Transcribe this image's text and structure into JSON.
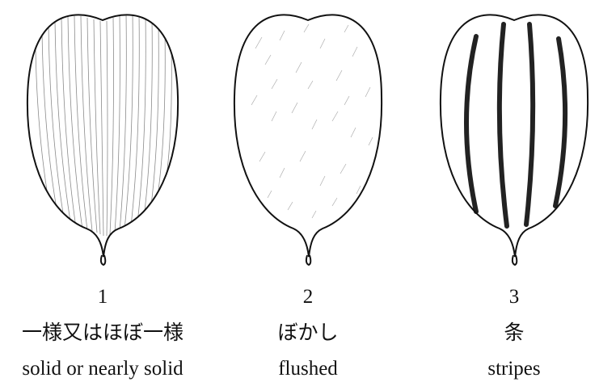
{
  "items": [
    {
      "number": "1",
      "label_ja": "一様又はほぼ一様",
      "label_en": "solid or nearly solid",
      "pattern": "solid"
    },
    {
      "number": "2",
      "label_ja": "ぼかし",
      "label_en": "flushed",
      "pattern": "flushed"
    },
    {
      "number": "3",
      "label_ja": "条",
      "label_en": "stripes",
      "pattern": "stripes"
    }
  ],
  "colors": {
    "ink": "#111111",
    "paper": "#ffffff",
    "shade": "#777777"
  }
}
